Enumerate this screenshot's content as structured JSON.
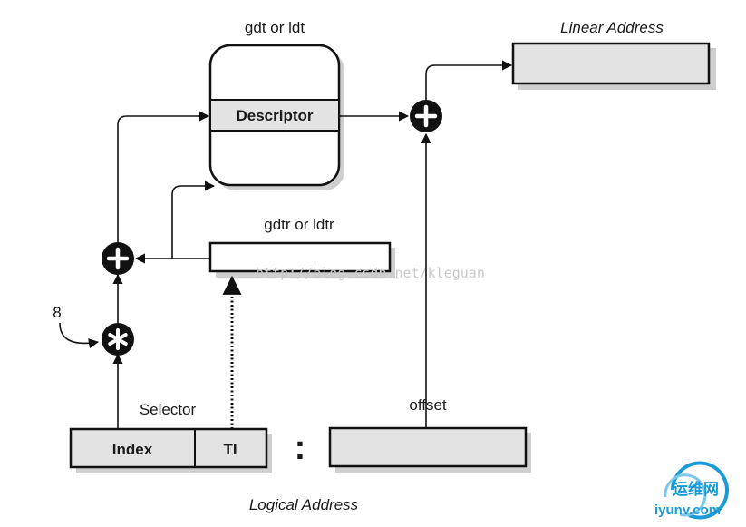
{
  "labels": {
    "table": "gdt or ldt",
    "descriptor": "Descriptor",
    "linear_address": "Linear Address",
    "register": "gdtr or ldtr",
    "multiplier": "8",
    "selector": "Selector",
    "index": "Index",
    "ti": "TI",
    "colon": ":",
    "offset": "offset",
    "logical_address": "Logical Address"
  },
  "watermark": "http://blog.csdn.net/kleguan",
  "brand": {
    "name": "运维网",
    "domain": "iyunv.com",
    "color": "#1a9ad6"
  },
  "colors": {
    "fill": "#e3e3e3",
    "ink": "#111111",
    "shadow": "#cfcfcf"
  }
}
